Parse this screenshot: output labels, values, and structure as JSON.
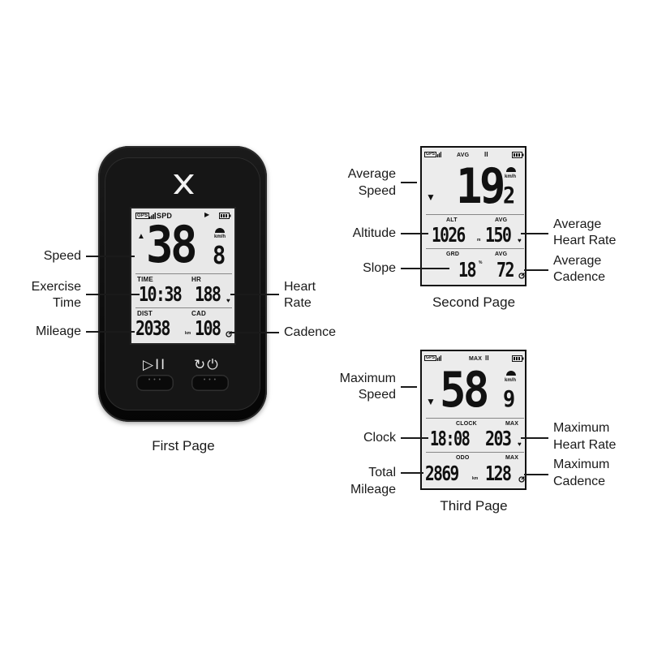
{
  "first_page": {
    "caption": "First Page",
    "device_buttons": {
      "left_icons": "▷II",
      "right_icons": "↻⏻"
    },
    "screen": {
      "status": "GPS",
      "mode": "SPD",
      "speed_main": "38",
      "speed_decimal": "8",
      "speed_unit": "km/h",
      "time_label": "TIME",
      "time_value": "10:38",
      "hr_label": "HR",
      "hr_value": "188",
      "dist_label": "DIST",
      "dist_value": "2038",
      "dist_unit": "km",
      "cad_label": "CAD",
      "cad_value": "108"
    },
    "labels": {
      "speed": "Speed",
      "exercise_time": [
        "Exercise",
        "Time"
      ],
      "mileage": "Mileage",
      "heart_rate": [
        "Heart",
        "Rate"
      ],
      "cadence": "Cadence"
    }
  },
  "second_page": {
    "caption": "Second Page",
    "screen": {
      "status": "GPS",
      "mode": "AVG",
      "speed_main": "19",
      "speed_decimal": "2",
      "speed_unit": "km/h",
      "alt_label": "ALT",
      "alt_value": "1026",
      "alt_unit": "m",
      "avg_hr_label": "AVG",
      "avg_hr_value": "150",
      "grd_label": "GRD",
      "grd_value": "18",
      "avg_cad_label": "AVG",
      "avg_cad_value": "72"
    },
    "labels": {
      "average_speed": [
        "Average",
        "Speed"
      ],
      "altitude": "Altitude",
      "slope": "Slope",
      "average_heart_rate": [
        "Average",
        "Heart Rate"
      ],
      "average_cadence": [
        "Average",
        "Cadence"
      ]
    }
  },
  "third_page": {
    "caption": "Third Page",
    "screen": {
      "status": "GPS",
      "mode": "MAX",
      "speed_main": "58",
      "speed_decimal": "9",
      "speed_unit": "km/h",
      "clock_label": "CLOCK",
      "clock_value": "18:08",
      "max_hr_label": "MAX",
      "max_hr_value": "203",
      "odo_label": "ODO",
      "odo_value": "2869",
      "odo_unit": "km",
      "max_cad_label": "MAX",
      "max_cad_value": "128"
    },
    "labels": {
      "maximum_speed": [
        "Maximum",
        "Speed"
      ],
      "clock": "Clock",
      "total_mileage": [
        "Total",
        "Mileage"
      ],
      "maximum_heart_rate": [
        "Maximum",
        "Heart Rate"
      ],
      "maximum_cadence": [
        "Maximum",
        "Cadence"
      ]
    }
  }
}
